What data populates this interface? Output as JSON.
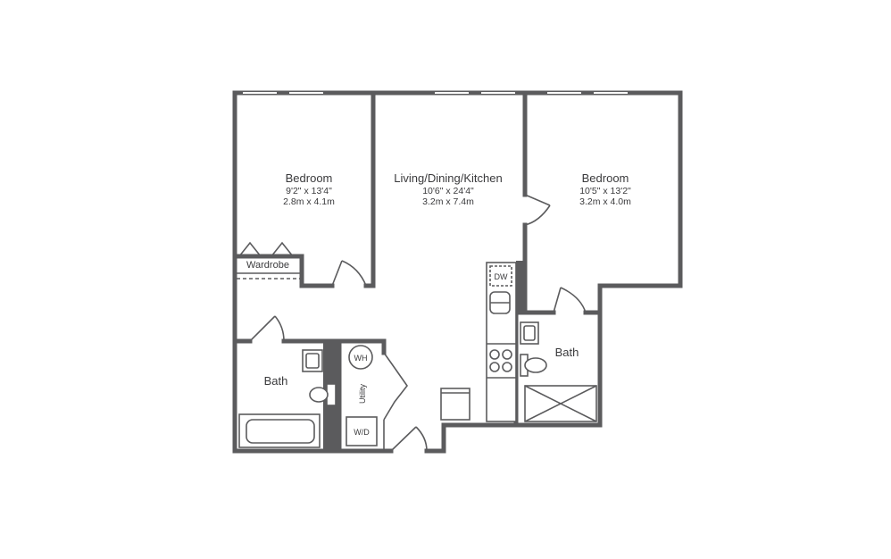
{
  "rooms": {
    "bedroom_left": {
      "name": "Bedroom",
      "dim_imperial": "9'2\" x 13'4\"",
      "dim_metric": "2.8m x 4.1m"
    },
    "living": {
      "name": "Living/Dining/Kitchen",
      "dim_imperial": "10'6\" x 24'4\"",
      "dim_metric": "3.2m x 7.4m"
    },
    "bedroom_right": {
      "name": "Bedroom",
      "dim_imperial": "10'5\" x 13'2\"",
      "dim_metric": "3.2m x 4.0m"
    },
    "bath_left": {
      "name": "Bath"
    },
    "bath_right": {
      "name": "Bath"
    }
  },
  "fixtures": {
    "wardrobe": "Wardrobe",
    "utility": "Utility",
    "water_heater": "WH",
    "washer_dryer": "W/D",
    "dishwasher": "DW"
  },
  "colors": {
    "wall": "#5b5b5d",
    "background": "#ffffff"
  }
}
